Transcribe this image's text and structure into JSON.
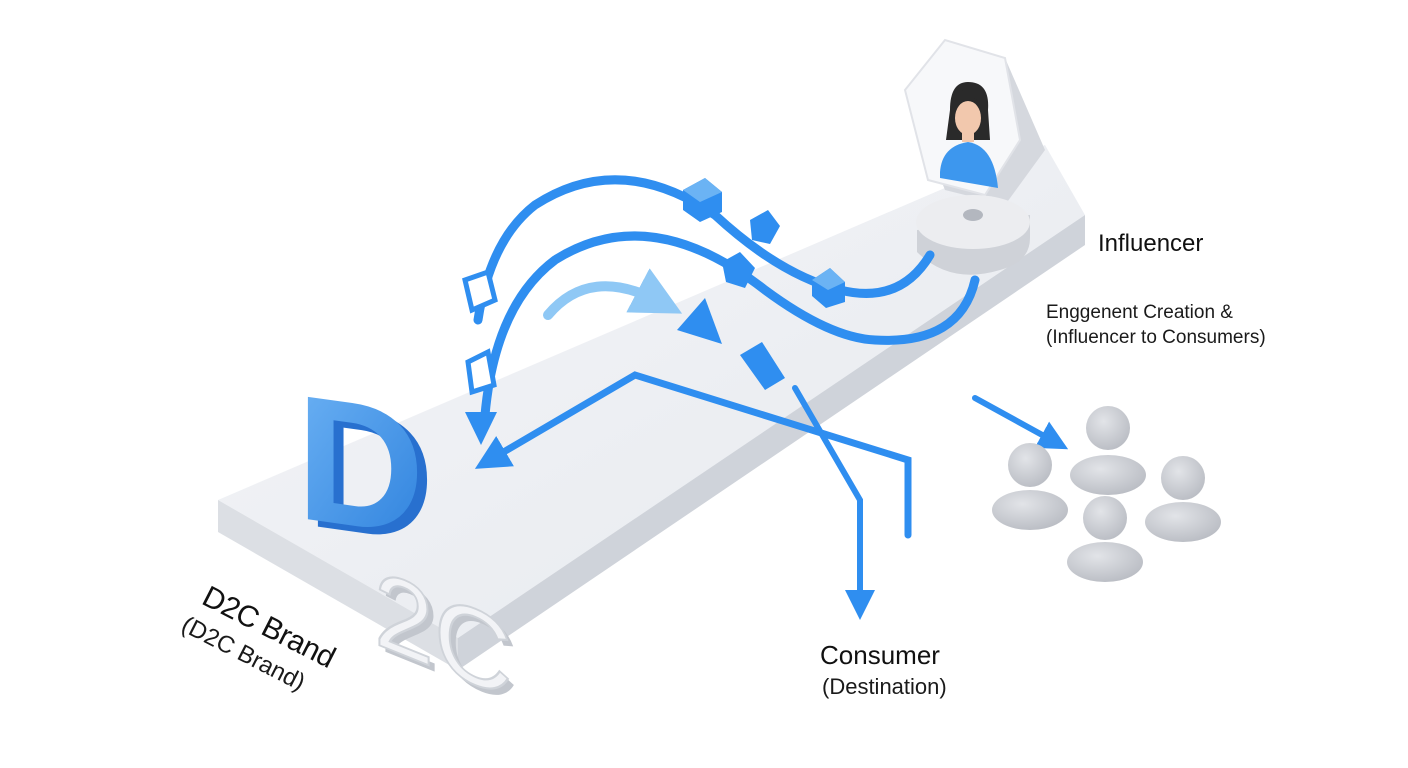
{
  "colors": {
    "flow_blue": "#2f8ef0",
    "flow_blue_light": "#8fc8f5",
    "platform_top": "#eceef2",
    "platform_side": "#d7dbe1",
    "consumer_gray": "#c9cbd1"
  },
  "labels": {
    "influencer_title": "Influencer",
    "influencer_sub_line1": "Enggenent Creation &",
    "influencer_sub_line2": "(Influencer to Consumers)",
    "consumer_title": "Consumer",
    "consumer_sub": "(Destination)",
    "brand_title": "D2C Brand",
    "brand_sub": "(D2C Brand)"
  },
  "brand_logo": {
    "big_letter": "D",
    "small_text": "2C"
  },
  "icons": {
    "influencer": "woman-avatar-icon",
    "consumers": "people-group-icon"
  }
}
